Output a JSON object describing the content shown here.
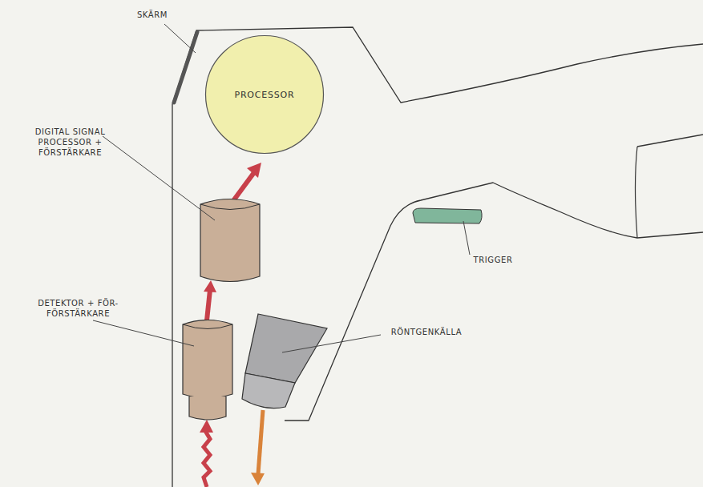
{
  "diagram": {
    "nodes": [
      {
        "text": [
          "PROCESSOR"
        ]
      }
    ],
    "labels": [
      "SKÄRM",
      "DIGITAL SIGNAL PROCESSOR + FÖRSTÄRKARE",
      "DETEKTOR + FÖR-FÖRSTÄRKARE",
      "TRIGGER",
      "RÖNTGENKÄLLA"
    ]
  }
}
